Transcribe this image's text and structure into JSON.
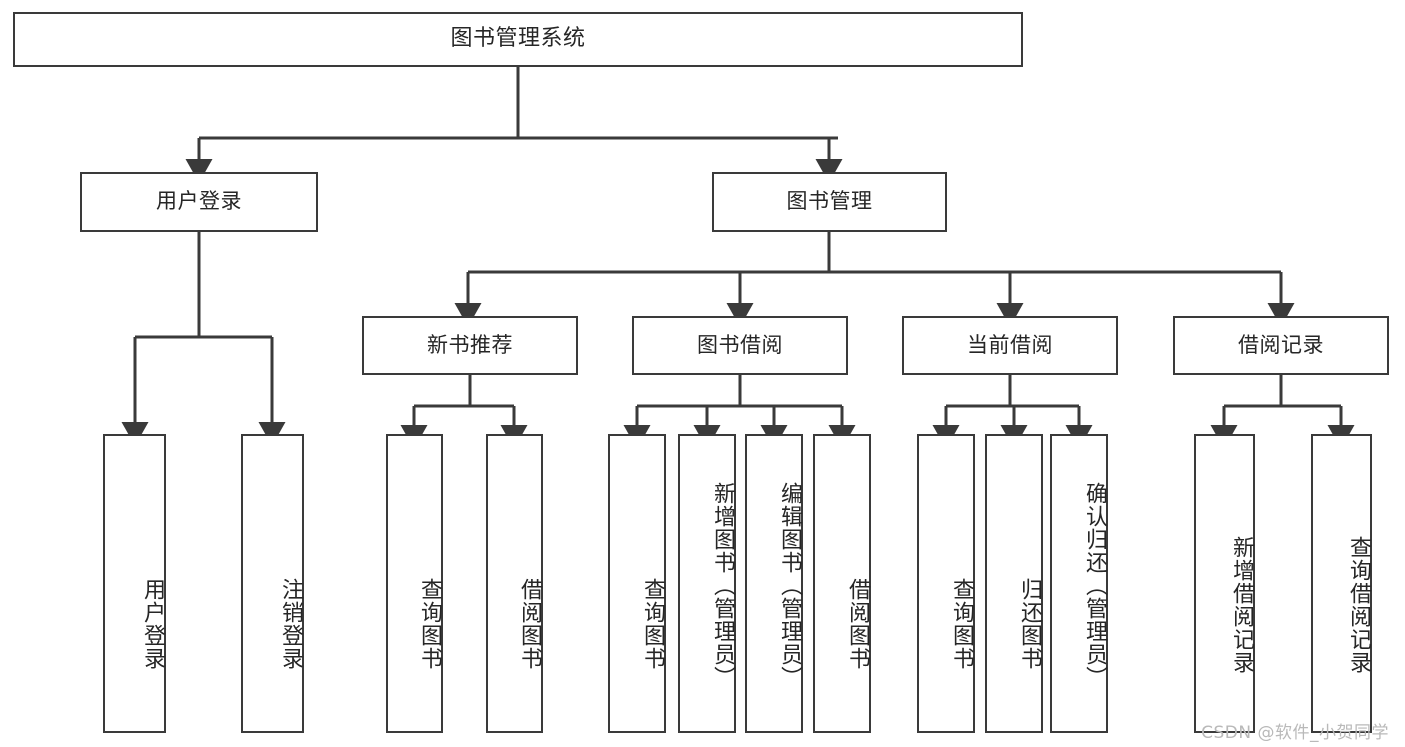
{
  "diagram": {
    "title": "图书管理系统",
    "watermark": "CSDN @软件_小贺同学",
    "line_color": "#3a3a3a",
    "text_color": "#262626",
    "background": "#ffffff",
    "nodes": {
      "root": {
        "label": "图书管理系统"
      },
      "user_login": {
        "label": "用户登录"
      },
      "book_manage": {
        "label": "图书管理"
      },
      "new_book_rec": {
        "label": "新书推荐"
      },
      "book_borrow": {
        "label": "图书借阅"
      },
      "current_borrow": {
        "label": "当前借阅"
      },
      "borrow_record": {
        "label": "借阅记录"
      },
      "leaf_user_login": {
        "label": "用户登录"
      },
      "leaf_user_logout": {
        "label": "注销登录"
      },
      "leaf_query_book_1": {
        "label": "查询图书"
      },
      "leaf_borrow_book_1": {
        "label": "借阅图书"
      },
      "leaf_query_book_2": {
        "label": "查询图书"
      },
      "leaf_add_book": {
        "label": "新增图书（管理员）"
      },
      "leaf_edit_book": {
        "label": "编辑图书（管理员）"
      },
      "leaf_borrow_book_2": {
        "label": "借阅图书"
      },
      "leaf_query_book_3": {
        "label": "查询图书"
      },
      "leaf_return_book": {
        "label": "归还图书"
      },
      "leaf_confirm_return": {
        "label": "确认归还（管理员）"
      },
      "leaf_add_record": {
        "label": "新增借阅记录"
      },
      "leaf_query_record": {
        "label": "查询借阅记录"
      }
    }
  }
}
